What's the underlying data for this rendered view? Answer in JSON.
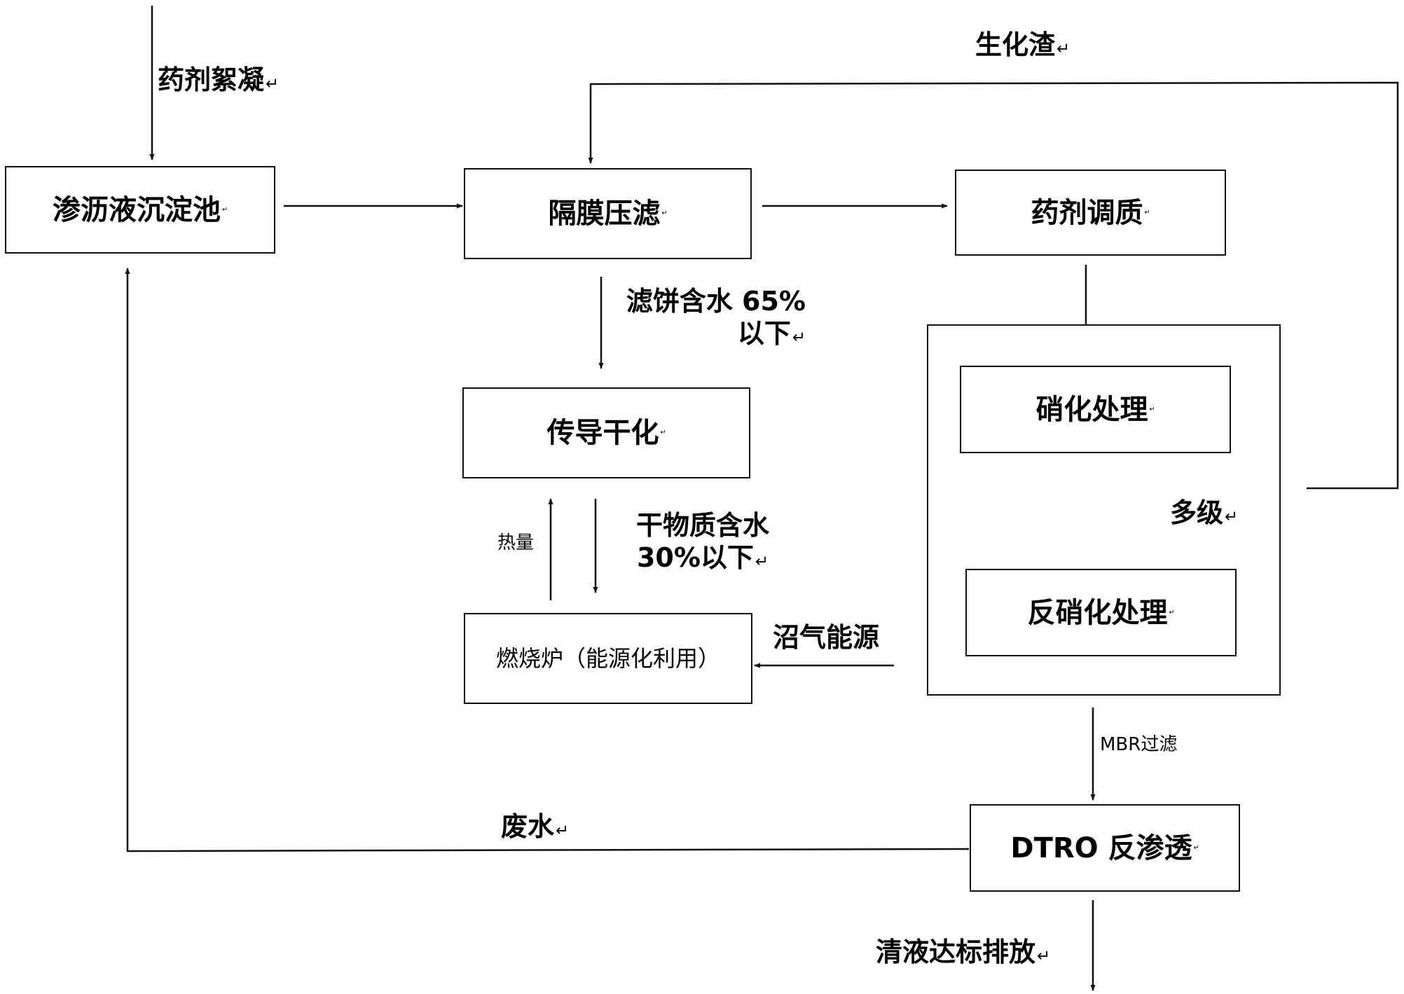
{
  "return_mark": "↵",
  "boxes": {
    "leachate_tank": "渗沥液沉淀池",
    "membrane_press": "隔膜压滤",
    "conditioning": "药剂调质",
    "conductive_drying": "传导干化",
    "nitrification": "硝化处理",
    "denitrification": "反硝化处理",
    "incinerator": "燃烧炉（能源化利用）",
    "dtro": "DTRO 反渗透"
  },
  "labels": {
    "flocculation": "药剂絮凝",
    "biochem_residue": "生化渣",
    "filter_cake_line1": "滤饼含水 65%",
    "filter_cake_line2": "以下",
    "dry_matter_line1": "干物质含水",
    "dry_matter_line2": "30%以下",
    "heat": "热量",
    "multistage": "多级",
    "biogas": "沼气能源",
    "mbr": "MBR过滤",
    "wastewater": "废水",
    "discharge": "清液达标排放"
  }
}
